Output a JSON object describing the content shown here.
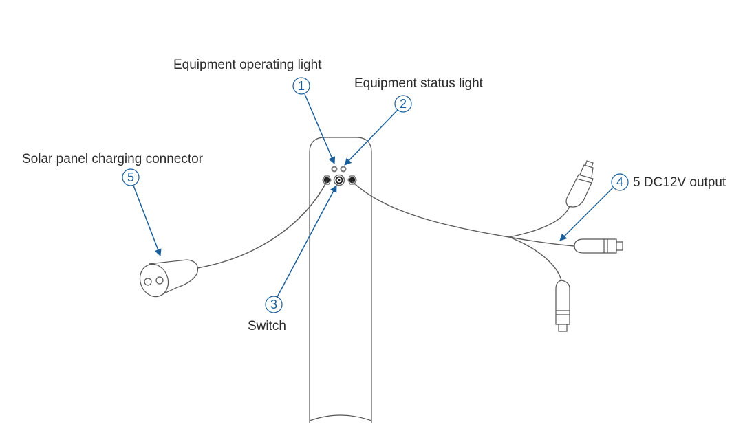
{
  "title": "Equipment connector diagram",
  "callouts": [
    {
      "number": "1",
      "label": "Equipment operating light"
    },
    {
      "number": "2",
      "label": "Equipment status light"
    },
    {
      "number": "3",
      "label": "Switch"
    },
    {
      "number": "4",
      "label": "5 DC12V output"
    },
    {
      "number": "5",
      "label": "Solar panel charging connector"
    }
  ],
  "colors": {
    "accent": "#1a5e9a",
    "line": "#555555",
    "text": "#2b2b2b"
  }
}
